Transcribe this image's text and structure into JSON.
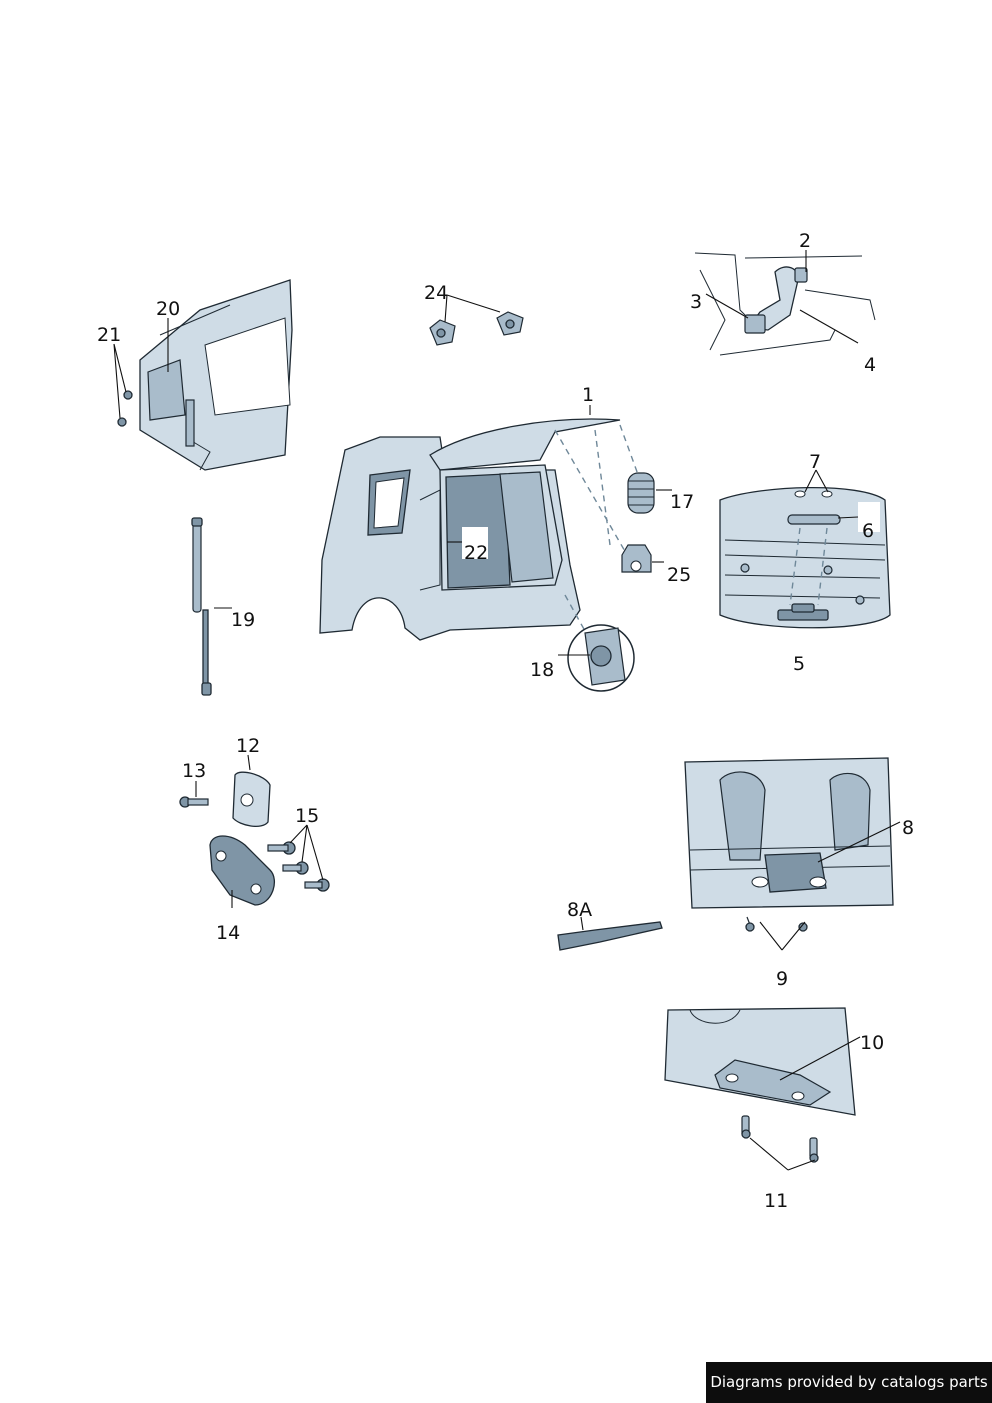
{
  "callouts": [
    "1",
    "2",
    "3",
    "4",
    "5",
    "6",
    "7",
    "8",
    "8A",
    "9",
    "10",
    "11",
    "12",
    "13",
    "14",
    "15",
    "17",
    "18",
    "19",
    "20",
    "21",
    "22",
    "24",
    "25"
  ],
  "credit": "Diagrams provided by catalogs parts",
  "colors": {
    "part_fill": "#cfdce6",
    "part_shadow": "#7f95a6",
    "line": "#1f2a33",
    "credit_bg": "#0d0d0d"
  }
}
